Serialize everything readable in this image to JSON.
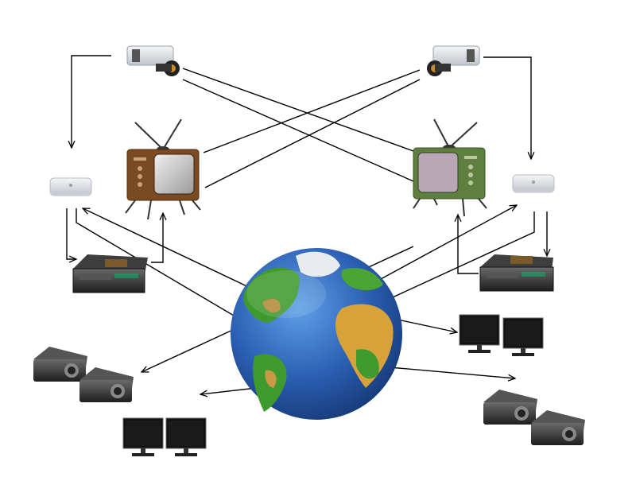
{
  "diagram": {
    "nodes": [
      {
        "id": "camera-left",
        "kind": "camera-icon"
      },
      {
        "id": "camera-right",
        "kind": "camera-icon"
      },
      {
        "id": "tv-left",
        "kind": "retro-tv-icon"
      },
      {
        "id": "tv-right",
        "kind": "retro-tv-icon"
      },
      {
        "id": "mini-pc-left",
        "kind": "mini-pc-icon"
      },
      {
        "id": "mini-pc-right",
        "kind": "mini-pc-icon"
      },
      {
        "id": "recorder-left",
        "kind": "video-recorder-icon"
      },
      {
        "id": "recorder-right",
        "kind": "video-recorder-icon"
      },
      {
        "id": "globe",
        "kind": "globe-icon"
      },
      {
        "id": "projectors-left",
        "kind": "projector-icon"
      },
      {
        "id": "projectors-right",
        "kind": "projector-icon"
      },
      {
        "id": "monitors-left",
        "kind": "monitor-icon"
      },
      {
        "id": "monitors-right",
        "kind": "monitor-icon"
      }
    ],
    "colors": {
      "line": "#000000",
      "ocean": "#2a5db0",
      "land": "#3f9a2e",
      "desert": "#d8a23a",
      "tv_left_body": "#7a4a22",
      "tv_right_body": "#5f7f3f",
      "device_silver": "#d9dde2",
      "projector_dark": "#3a3a3a",
      "monitor_black": "#111111"
    }
  }
}
